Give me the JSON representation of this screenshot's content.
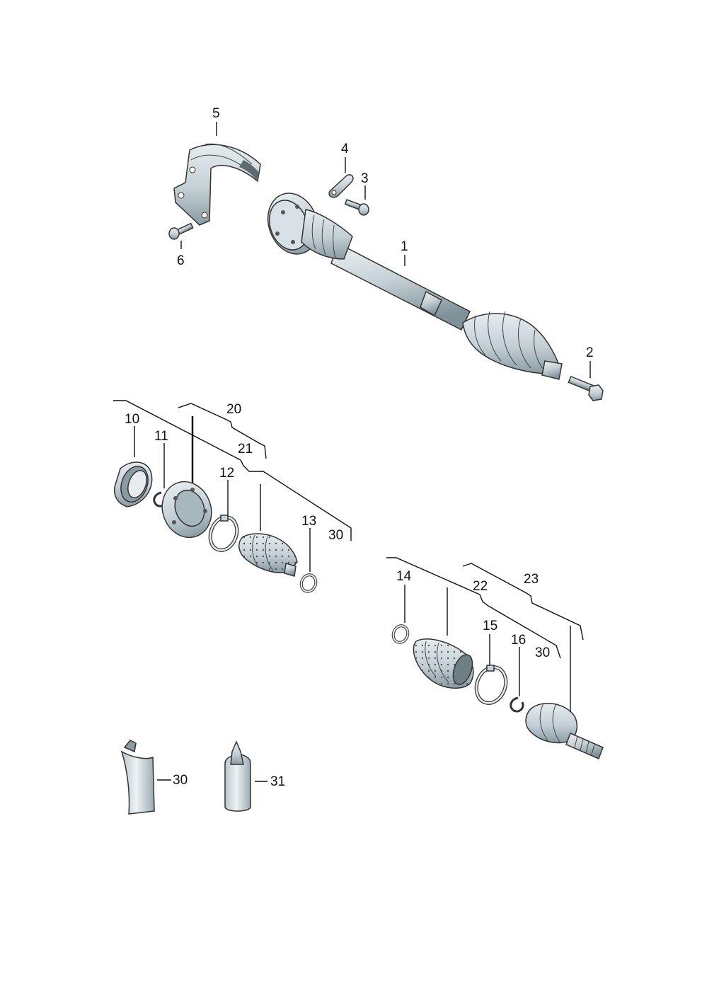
{
  "colors": {
    "part_fill": "#c9d4d9",
    "part_dark": "#8a9ba3",
    "part_light": "#e6ecef",
    "outline": "#333333",
    "background": "#ffffff"
  },
  "callouts": {
    "c1": "1",
    "c2": "2",
    "c3": "3",
    "c4": "4",
    "c5": "5",
    "c6": "6",
    "c10": "10",
    "c11": "11",
    "c12": "12",
    "c13": "13",
    "c14": "14",
    "c15": "15",
    "c16": "16",
    "c20": "20",
    "c21": "21",
    "c22": "22",
    "c23": "23",
    "c30a": "30",
    "c30b": "30",
    "c30c": "30",
    "c31": "31"
  }
}
